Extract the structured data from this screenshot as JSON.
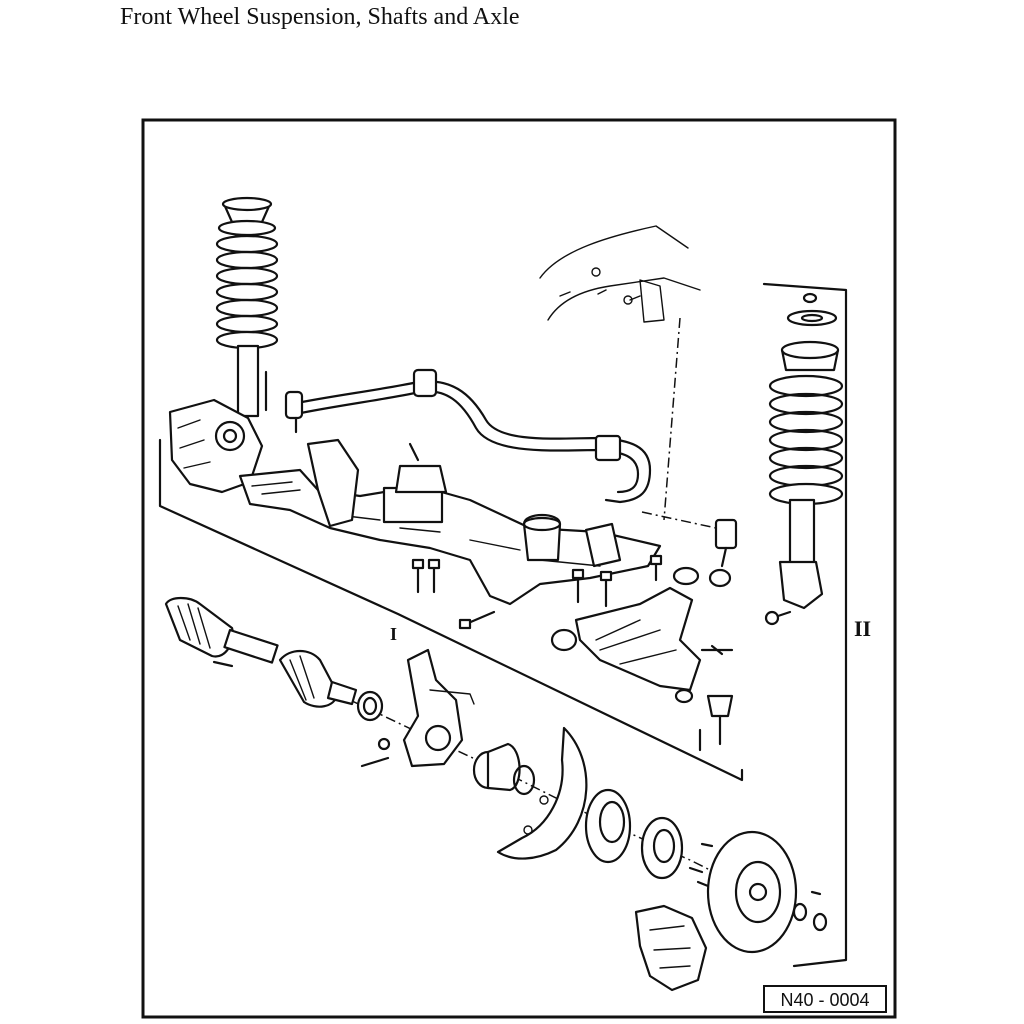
{
  "title": "Front Wheel Suspension, Shafts and Axle",
  "group_labels": {
    "group_one": "I",
    "group_two": "II"
  },
  "figure_code": "N40 - 0004"
}
